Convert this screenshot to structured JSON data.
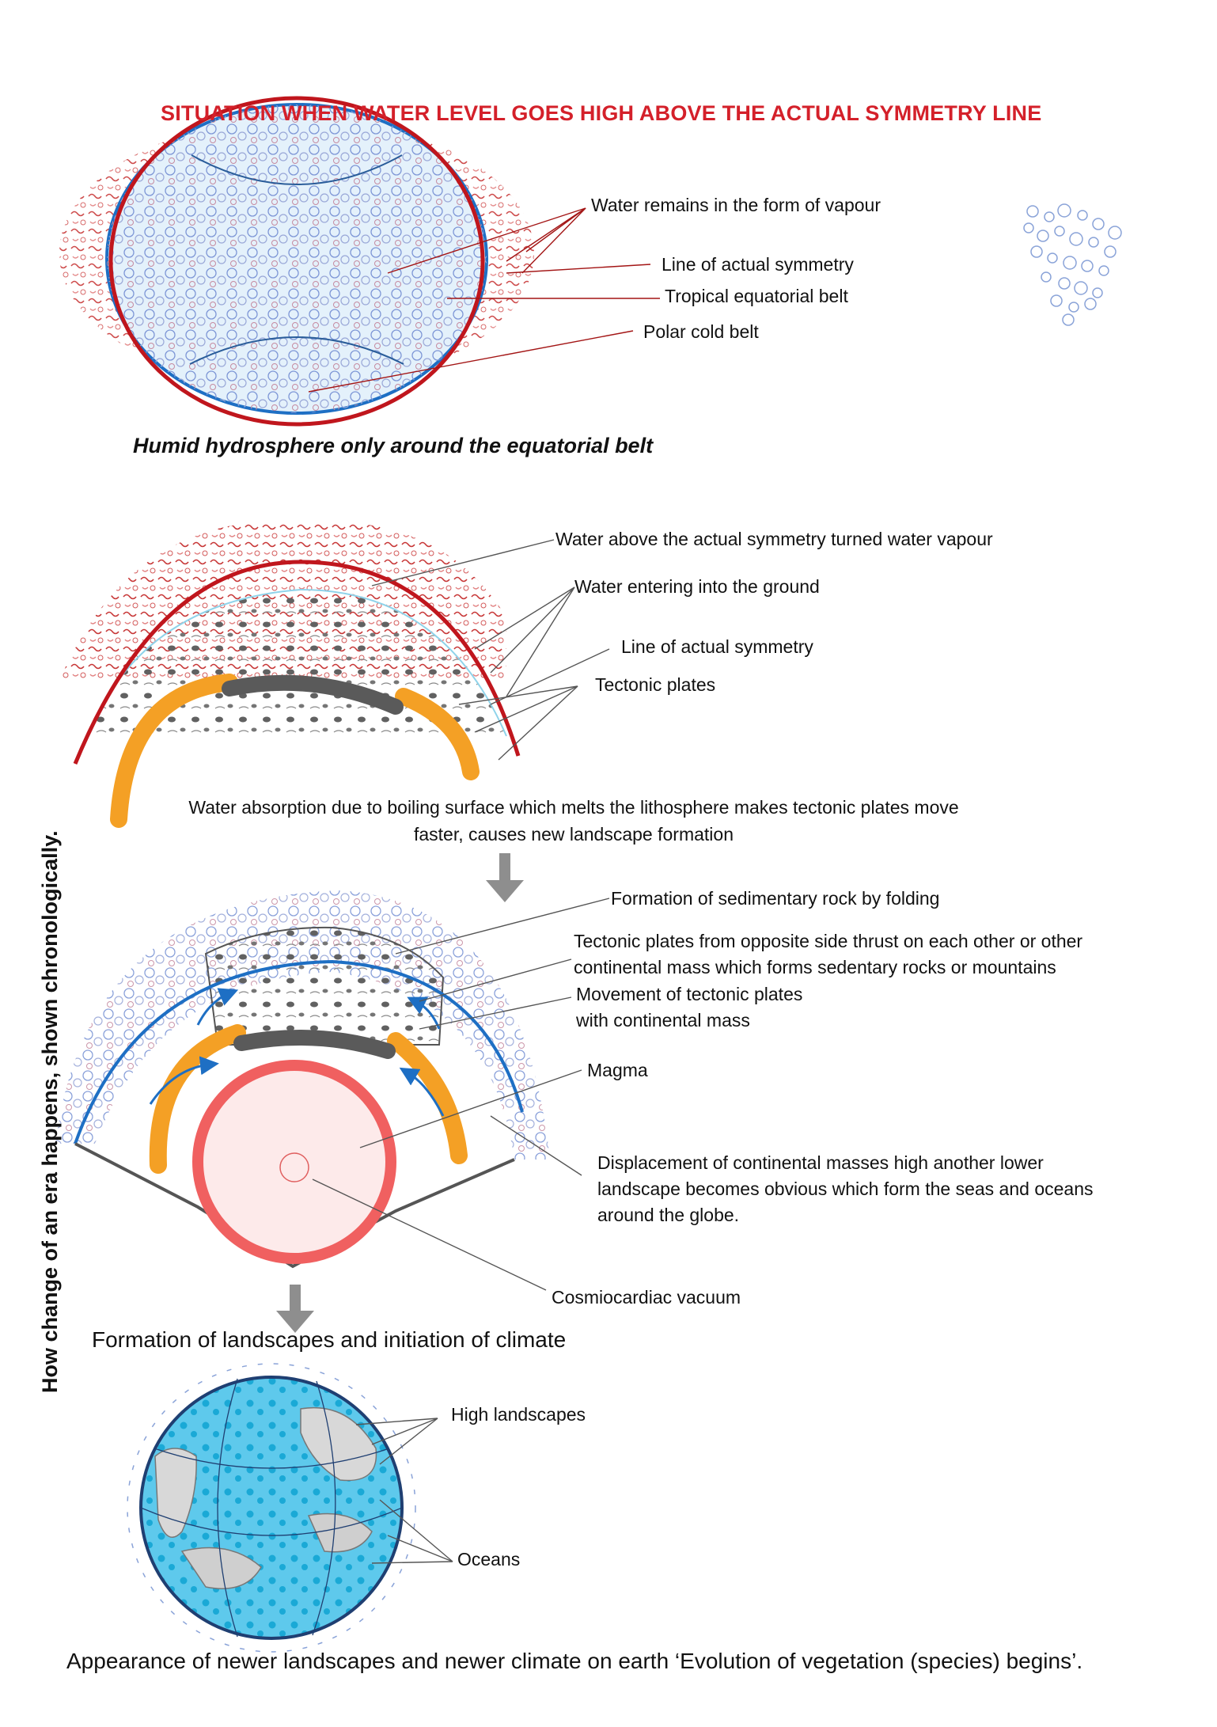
{
  "title": "SITUATION WHEN WATER LEVEL GOES HIGH ABOVE THE ACTUAL SYMMETRY LINE",
  "vertical_label": "How change of an era happens, shown chronologically.",
  "colors": {
    "title_red": "#d4202a",
    "symmetry_red": "#c0161d",
    "water_blue": "#1e6fc4",
    "plate_orange": "#f4a025",
    "plate_grey": "#5a5a5a",
    "magma_red": "#f06060",
    "ocean_blue": "#4fc3e8"
  },
  "panel1": {
    "labels": {
      "vapour": "Water remains in the form of vapour",
      "symmetry": "Line of actual symmetry",
      "tropical": "Tropical equatorial belt",
      "polar": "Polar cold belt"
    },
    "subtitle": "Humid hydrosphere only around the equatorial belt"
  },
  "panel2": {
    "labels": {
      "vapour": "Water above the actual symmetry turned water vapour",
      "ground": "Water entering into the ground",
      "symmetry": "Line of actual symmetry",
      "plates": "Tectonic plates"
    },
    "caption_line1": "Water absorption due to boiling surface which melts the lithosphere makes tectonic plates move",
    "caption_line2": "faster, causes new landscape formation"
  },
  "panel3": {
    "labels": {
      "sedimentary": "Formation of sedimentary rock by folding",
      "thrust_line1": "Tectonic plates from opposite side thrust on each other or other",
      "thrust_line2": "continental mass which forms sedentary rocks or mountains",
      "movement_line1": "Movement of tectonic plates",
      "movement_line2": "with continental mass",
      "magma": "Magma",
      "displacement_line1": "Displacement of continental masses high another lower",
      "displacement_line2": "landscape becomes obvious which form the seas and oceans",
      "displacement_line3": "around the globe.",
      "vacuum": "Cosmiocardiac vacuum"
    },
    "caption": "Formation of landscapes and initiation of climate"
  },
  "panel4": {
    "labels": {
      "high": "High landscapes",
      "oceans": "Oceans"
    },
    "caption": "Appearance of newer landscapes and newer climate on earth ‘Evolution of vegetation (species) begins’."
  }
}
